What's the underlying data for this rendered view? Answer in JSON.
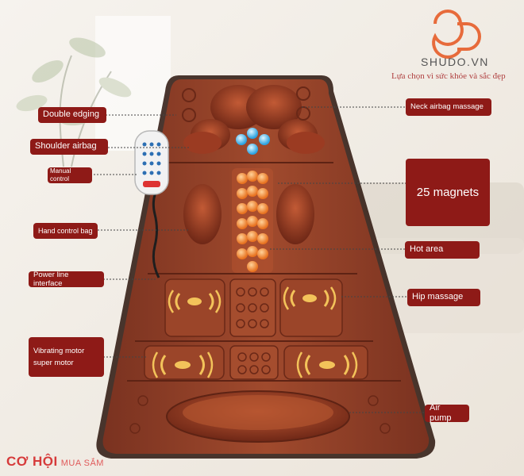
{
  "brand": {
    "name": "SHUDO.VN",
    "slogan": "Lựa chọn vì sức khỏe và sắc đẹp",
    "logo_color": "#e76b3b"
  },
  "labels": {
    "double_edging": "Double edging",
    "shoulder_airbag": "Shoulder airbag",
    "manual_control": "Manual control",
    "hand_control_bag": "Hand control bag",
    "power_line_interface": "Power line interface",
    "vibrating_motor_line1": "Vibrating motor",
    "vibrating_motor_line2": "super motor",
    "neck_airbag_massage": "Neck airbag massage",
    "magnets": "25 magnets",
    "hot_area": "Hot area",
    "hip_massage": "Hip massage",
    "air_pump": "Air pump"
  },
  "watermark": {
    "main": "CƠ HỘI",
    "secondary": "MUA SẮM"
  },
  "colors": {
    "label_bg": "#8e1a17",
    "mat": "#8a3a24",
    "mat_light": "#a24a2c",
    "hot_area": "#ef8a2a"
  }
}
